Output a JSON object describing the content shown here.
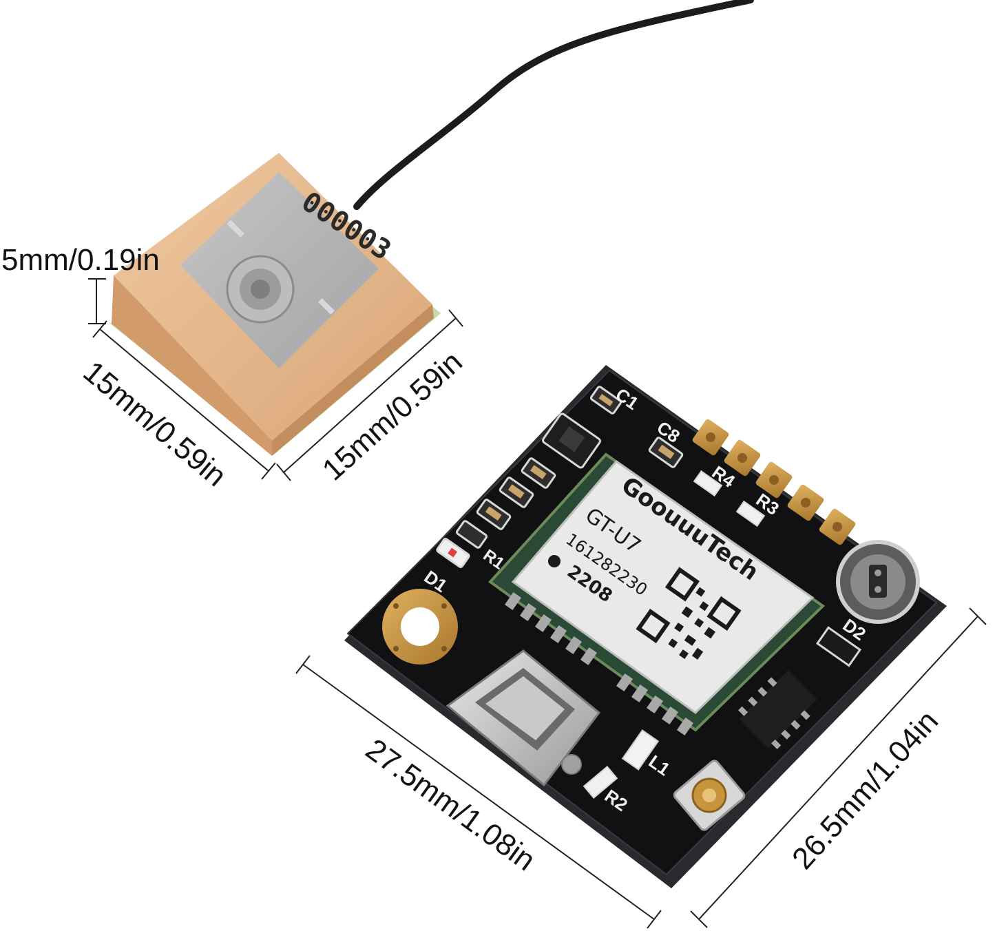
{
  "dimensions": {
    "antenna_thickness": "5mm/0.19in",
    "antenna_left_edge": "15mm/0.59in",
    "antenna_right_edge": "15mm/0.59in",
    "board_width": "27.5mm/1.08in",
    "board_height": "26.5mm/1.04in"
  },
  "antenna": {
    "marking": "000003"
  },
  "module": {
    "brand": "GoouuuTech",
    "model": "GT-U7",
    "serial": "161282230",
    "batch": "2208"
  },
  "silkscreen": {
    "c1": "C1",
    "c8": "C8",
    "r4": "R4",
    "r3": "R3",
    "r1": "R1",
    "r2": "R2",
    "d1": "D1",
    "d2": "D2",
    "l1": "L1"
  },
  "colors": {
    "pcb": "#111114",
    "ceramic": "#e8b98e",
    "gold": "#c99640",
    "shield": "#e9e9ea"
  }
}
